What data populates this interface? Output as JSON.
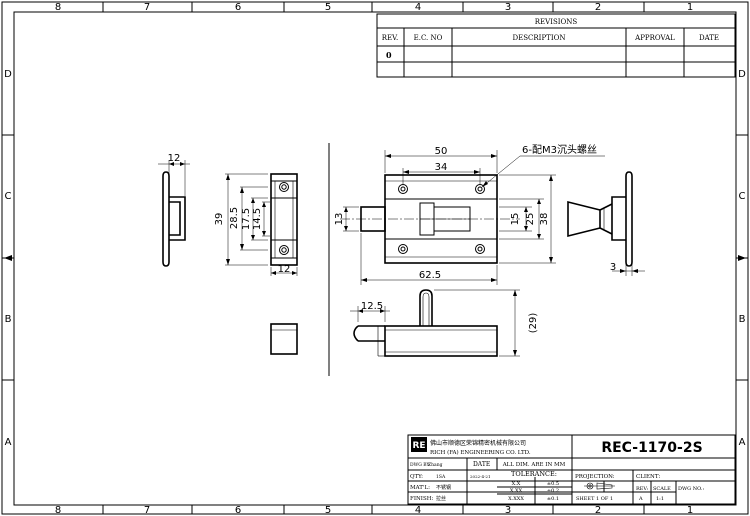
{
  "border": {
    "columns": [
      "8",
      "7",
      "6",
      "5",
      "4",
      "3",
      "2",
      "1"
    ],
    "rows": [
      "D",
      "C",
      "B",
      "A"
    ]
  },
  "revisions": {
    "title": "REVISIONS",
    "headers": [
      "REV.",
      "E.C. NO",
      "DESCRIPTION",
      "APPROVAL",
      "DATE"
    ],
    "rev": "0"
  },
  "dims": {
    "side_width": "12",
    "front_height": "39",
    "front_d1": "28.5",
    "front_d2": "17.5",
    "front_d3": "14.5",
    "front_bottom": "12",
    "top_width": "50",
    "hole_spacing": "34",
    "total_length": "62.5",
    "bolt_dia": "13",
    "d15": "15",
    "d25": "25",
    "d38": "38",
    "end_thickness": "3",
    "handle_offset": "12.5",
    "handle_height": "(29)"
  },
  "note": "6-配M3沉头螺丝",
  "title_block": {
    "logo": "RE",
    "company_cn": "佛山市顺德区荣锦精密机械有限公司",
    "company_en": "RICH (FA) ENGINEERING CO. LTD.",
    "drawing_no": "REC-1170-2S",
    "dwg_by_label": "DWG BY:",
    "dwg_by": "Zhang",
    "date_label": "DATE",
    "date": "2022-4-21",
    "all_dim": "ALL DIM. ARE IN MM",
    "qty_label": "QTY:",
    "qty": "1SA",
    "tolerance_label": "TOLERANCE:",
    "tol_rows": [
      {
        "fmt": "X.X",
        "val": "±0.5"
      },
      {
        "fmt": "X.XX",
        "val": "±0.2"
      },
      {
        "fmt": "X.XXX",
        "val": "±0.1"
      }
    ],
    "material_label": "MAT'L:",
    "material": "不锈钢",
    "finish_label": "FINISH:",
    "finish": "拉丝",
    "projection_label": "PROJECTION:",
    "client_label": "CLIENT:",
    "rev_label": "REV:",
    "rev": "A",
    "scale_label": "SCALE",
    "scale": "1:1",
    "dwgno_label": "DWG NO.:",
    "sheet": "SHEET 1 OF 1"
  }
}
